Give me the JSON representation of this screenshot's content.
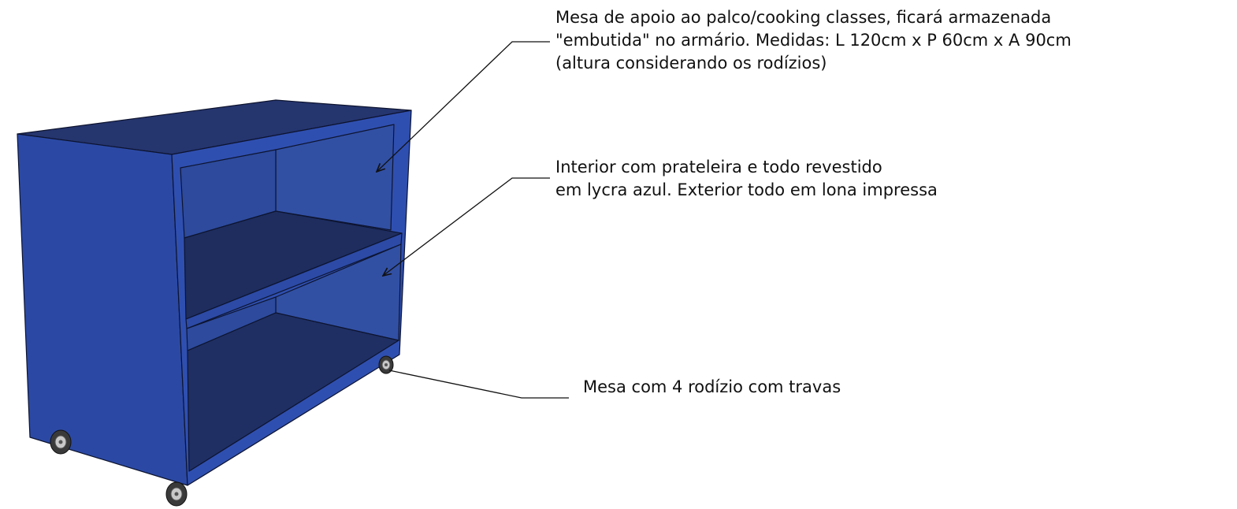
{
  "colors": {
    "top": "#25356e",
    "side_exterior": "#2b49a4",
    "front_frame": "#2f4fb0",
    "interior_back": "#3150a4",
    "interior_wall": "#2d4a9c",
    "shelf_top": "#1e2d5e",
    "shelf_edge": "#2c4aa6",
    "floor": "#1f2f63",
    "outline": "#0d1430",
    "leader_line": "#111111",
    "caster_tire": "#3a3a3a",
    "caster_hub": "#c9c9c9"
  },
  "annotations": {
    "storage": {
      "lines": [
        "Mesa de apoio ao palco/cooking classes, ficará armazenada",
        "\"embutida\" no armário. Medidas: L 120cm x P 60cm x A 90cm",
        "(altura considerando os rodízios)"
      ]
    },
    "interior": {
      "lines": [
        "Interior com prateleira e todo revestido",
        "em lycra azul. Exterior todo em lona impressa"
      ]
    },
    "wheels": {
      "lines": [
        "Mesa com 4 rodízio com travas"
      ]
    }
  }
}
